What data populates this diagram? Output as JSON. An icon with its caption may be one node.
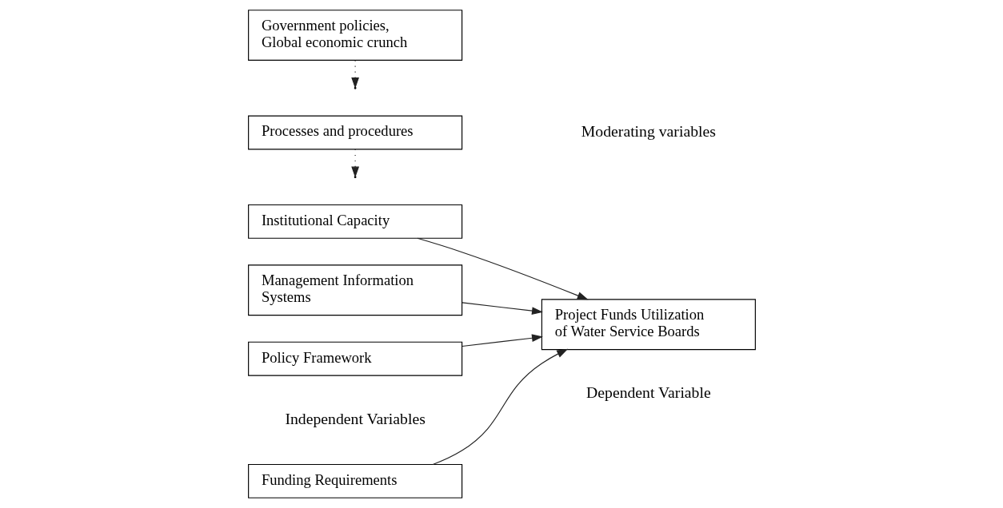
{
  "diagram": {
    "nodes": [
      {
        "text": [
          "Funding Requirements"
        ]
      },
      {
        "text": [
          "Institutional Capacity"
        ]
      },
      {
        "text": [
          "Management Information Systems"
        ]
      },
      {
        "text": [
          "Policy Framework"
        ]
      },
      {
        "text": [
          "Processes and procedures"
        ]
      },
      {
        "text": [
          "Project Funds Utilization of Water Service Boards"
        ]
      },
      {
        "text": [
          "Government policies, Global economic crunch"
        ]
      }
    ],
    "edges": [
      {
        "from": 0,
        "to": 5,
        "arrow": "to"
      },
      {
        "from": 1,
        "to": 5,
        "arrow": "to"
      },
      {
        "from": 2,
        "to": 5,
        "arrow": "to"
      },
      {
        "from": 3,
        "to": 5,
        "arrow": "to"
      },
      {
        "from": 4,
        "to": null,
        "arrow": "to",
        "style": "dashed"
      },
      {
        "from": 6,
        "to": null,
        "arrow": "to",
        "style": "dashed"
      }
    ],
    "labels": [
      "Independent Variables",
      "Moderating variables",
      "Dependent Variable"
    ]
  }
}
